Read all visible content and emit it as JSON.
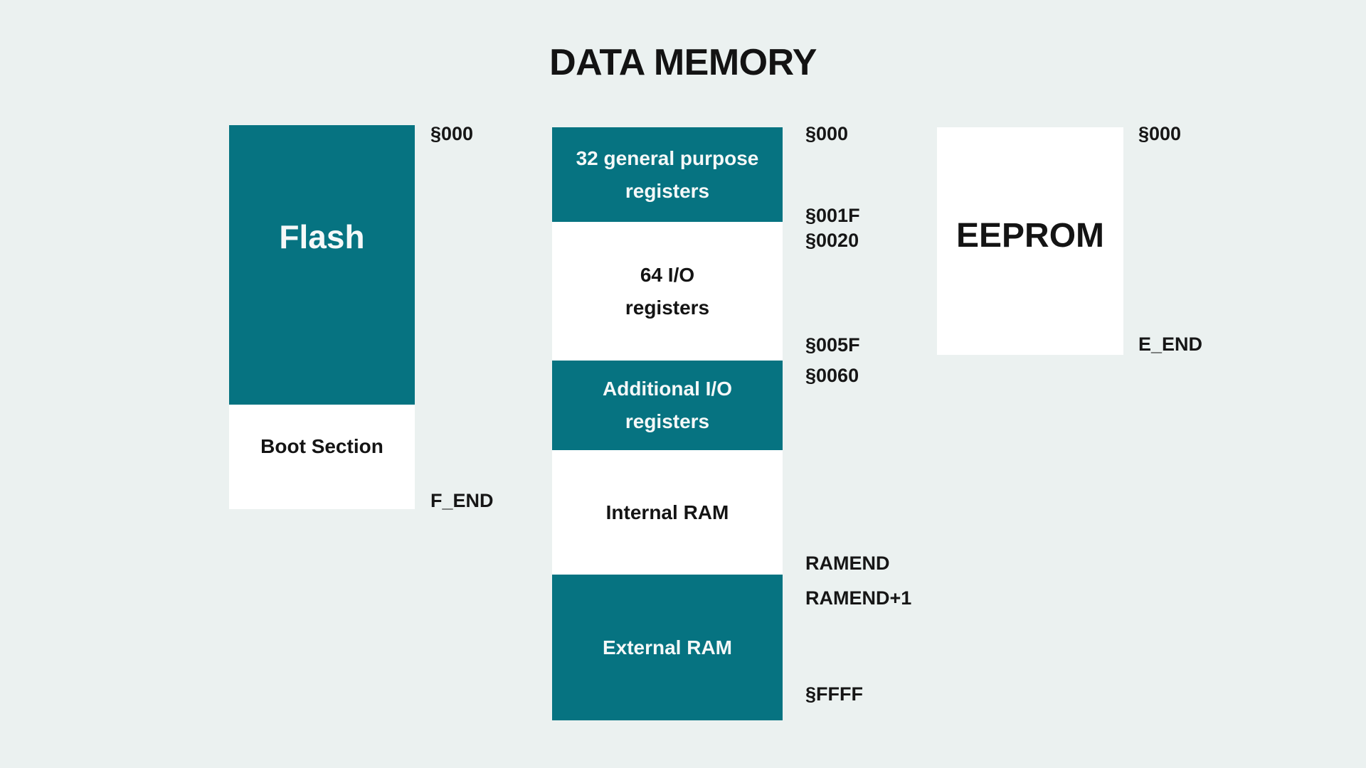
{
  "title": "DATA MEMORY",
  "colors": {
    "background": "#ebf1f0",
    "teal": "#067381",
    "block_white": "#ffffff",
    "text_dark": "#141414",
    "text_light": "#f5f8f8"
  },
  "flash": {
    "label": "Flash",
    "boot_label": "Boot Section",
    "addr_top": "§000",
    "addr_bottom": "F_END"
  },
  "sram": {
    "blocks": [
      {
        "line1": "32 general purpose",
        "line2": "registers"
      },
      {
        "line1": "64 I/O",
        "line2": "registers"
      },
      {
        "line1": "Additional I/O",
        "line2": "registers"
      },
      {
        "line1": "Internal RAM"
      },
      {
        "line1": "External RAM"
      }
    ],
    "addresses": [
      "§000",
      "§001F",
      "§0020",
      "§005F",
      "§0060",
      "RAMEND",
      "RAMEND+1",
      "§FFFF"
    ]
  },
  "eeprom": {
    "label": "EEPROM",
    "addr_top": "§000",
    "addr_bottom": "E_END"
  }
}
